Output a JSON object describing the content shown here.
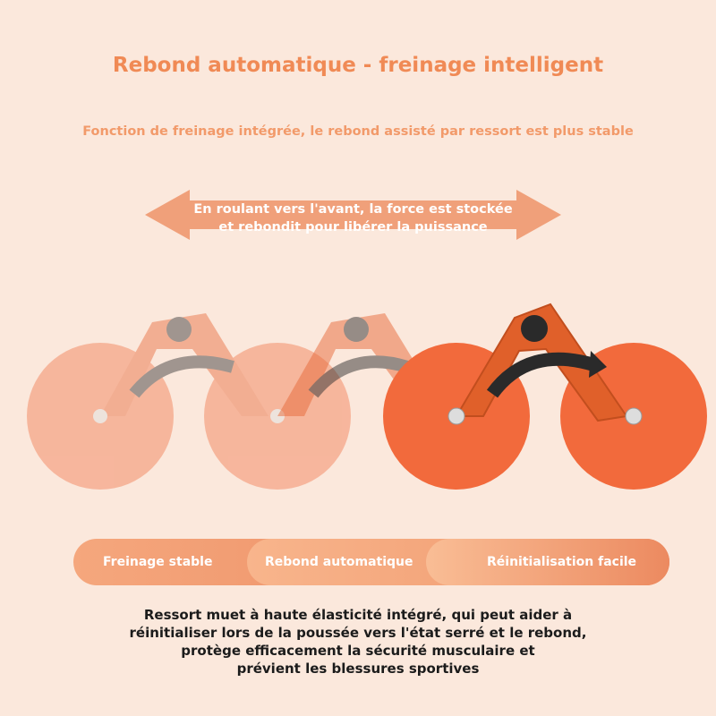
{
  "title": "Rebond automatique - freinage intelligent",
  "subtitle": "Fonction de freinage intégrée, le rebond assisté par ressort est plus stable",
  "arrow_text": [
    "En roulant vers l'avant, la force est stockée",
    "et rebondit pour libérer la puissance"
  ],
  "features": [
    "Freinage stable",
    "Rebond automatique",
    "Réinitialisation facile"
  ],
  "description": [
    "Ressort muet à haute élasticité intégré, qui peut aider à",
    "réinitialiser lors de la poussée vers l'état serré et le rebond,",
    "protège efficacement la sécurité musculaire et",
    "prévient les blessures sportives"
  ],
  "colors": {
    "background": "#fbe8dc",
    "accent": "#f08a55",
    "wheel": "#f26a3c"
  }
}
